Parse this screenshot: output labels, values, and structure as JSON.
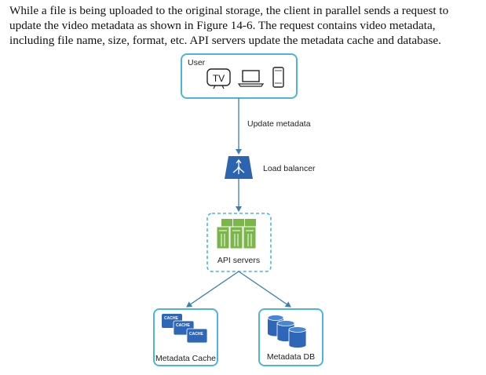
{
  "paragraph": {
    "line1": "While a file is being uploaded to the original storage, the client in parallel sends a request to",
    "line2": "update the video metadata as shown in Figure 14-6. The request contains video metadata,",
    "line3": "including file name, size, format, etc. API servers update the metadata cache and database."
  },
  "diagram": {
    "user_label": "User",
    "tv_label": "TV",
    "edge_update_label": "Update metadata",
    "load_balancer_label": "Load balancer",
    "api_servers_label": "API servers",
    "cache_tag": "CACHE",
    "metadata_cache_label": "Metadata Cache",
    "metadata_db_label": "Metadata DB"
  },
  "colors": {
    "box_border": "#4db6d6",
    "arrow": "#3a7fb0",
    "load_balancer": "#2d64b0",
    "server_green": "#7ab648",
    "cache_blue": "#2e66b8",
    "db_blue": "#2e66b8"
  }
}
